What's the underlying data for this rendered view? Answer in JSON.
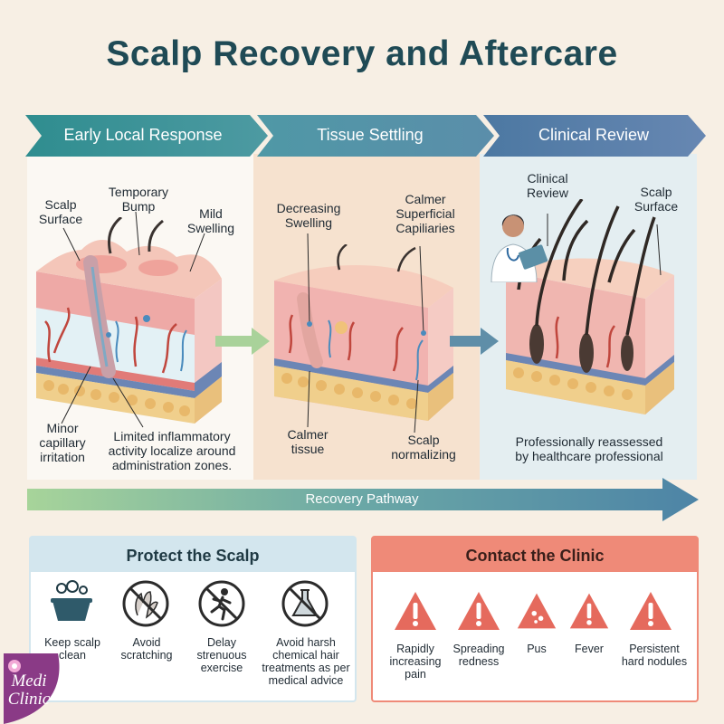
{
  "title": "Scalp Recovery and Aftercare",
  "stages": [
    {
      "label": "Early Local Response"
    },
    {
      "label": "Tissue Settling"
    },
    {
      "label": "Clinical Review"
    }
  ],
  "stage1": {
    "scalp_surface": "Scalp\nSurface",
    "temporary_bump": "Temporary\nBump",
    "mild_swelling": "Mild\nSwelling",
    "minor_capillary": "Minor\ncapillary\nirritation",
    "limited_inflammatory": "Limited inflammatory\nactivity localize around\nadministration zones."
  },
  "stage2": {
    "decreasing_swelling": "Decreasing\nSwelling",
    "calmer_capillaries": "Calmer\nSuperficial\nCapiliaries",
    "calmer_tissue": "Calmer\ntissue",
    "scalp_normalizing": "Scalp\nnormalizing"
  },
  "stage3": {
    "clinical_review": "Clinical\nReview",
    "scalp_surface": "Scalp\nSurface",
    "reassessed": "Professionally reassessed\nby healthcare professional"
  },
  "pathway_label": "Recovery Pathway",
  "protect": {
    "title": "Protect the Scalp",
    "items": [
      {
        "label": "Keep scalp\nclean",
        "icon": "basin-icon"
      },
      {
        "label": "Avoid\nscratching",
        "icon": "no-scratch-icon"
      },
      {
        "label": "Delay\nstrenuous\nexercise",
        "icon": "no-exercise-icon"
      },
      {
        "label": "Avoid harsh\nchemical hair\ntreatments as per\nmedical advice",
        "icon": "no-chemical-icon"
      }
    ]
  },
  "contact": {
    "title": "Contact the Clinic",
    "items": [
      {
        "label": "Rapidly\nincreasing\npain"
      },
      {
        "label": "Spreading\nredness"
      },
      {
        "label": "Pus"
      },
      {
        "label": "Fever"
      },
      {
        "label": "Persistent\nhard nodules"
      }
    ]
  },
  "logo": {
    "line1": "Medi",
    "line2": "Clinic"
  },
  "colors": {
    "title": "#1f4a55",
    "stage1": "#3c8f97",
    "stage2": "#4f8fa2",
    "stage3": "#4b6f9e",
    "pathway": "#4f8fa6",
    "protect_title_bg": "#d3e6ee",
    "contact_title_bg": "#ef8a78",
    "warning": "#e56a5d",
    "logo": "#8a3a86"
  }
}
